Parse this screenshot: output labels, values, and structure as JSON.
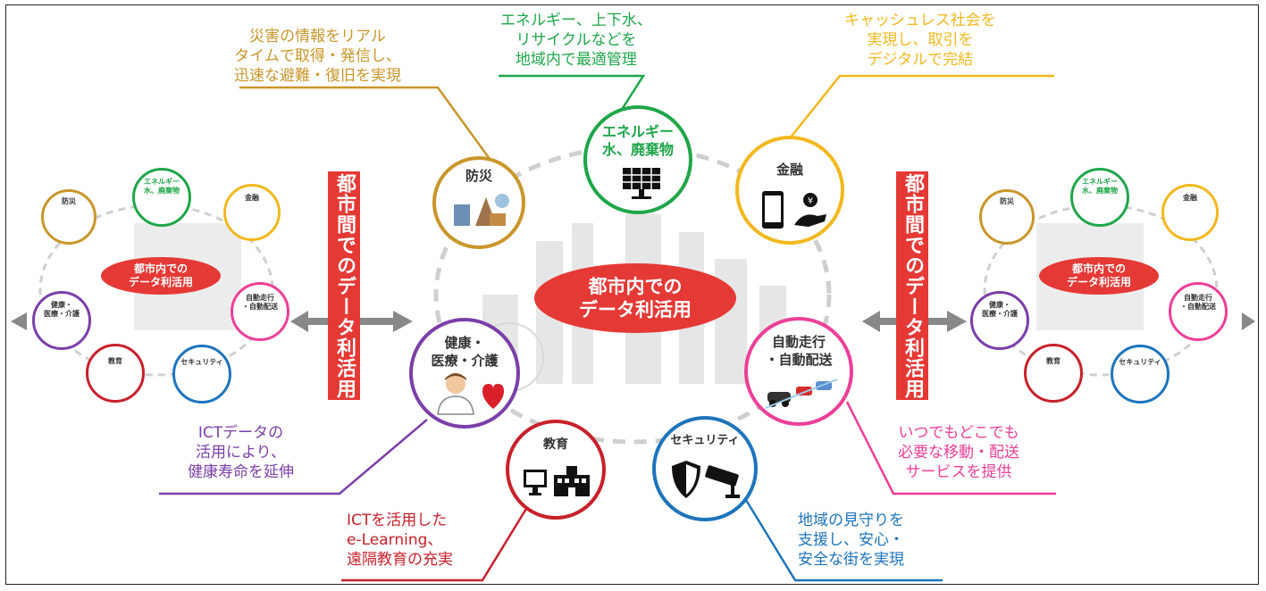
{
  "center": {
    "label": "都市内での\nデータ利活用"
  },
  "side_band": {
    "label": "都市間でのデータ利活用"
  },
  "side_panel": {
    "center_label": "都市内での\nデータ利活用",
    "items": {
      "disaster": "防災",
      "energy": "エネルギー\n水、廃棄物",
      "finance": "金融",
      "health": "健康・\n医療・介護",
      "autodrive": "自動走行\n・自動配送",
      "education": "教育",
      "security": "セキュリティ"
    }
  },
  "circles": {
    "disaster": "防災",
    "energy": "エネルギー\n水、廃棄物",
    "finance": "金融",
    "health": "健康・\n医療・介護",
    "autodrive": "自動走行\n・自動配送",
    "education": "教育",
    "security": "セキュリティ"
  },
  "annotations": {
    "disaster": "災害の情報をリアル\nタイムで取得・発信し、\n迅速な避難・復旧を実現",
    "energy": "エネルギー、上下水、\nリサイクルなどを\n地域内で最適管理",
    "finance": "キャッシュレス社会を\n実現し、取引を\nデジタルで完結",
    "health": "ICTデータの\n活用により、\n健康寿命を延伸",
    "education": "ICTを活用した\ne-Learning、\n遠隔教育の充実",
    "security": "地域の見守りを\n支援し、安心・\n安全な街を実現",
    "autodrive": "いつでもどこでも\n必要な移動・配送\nサービスを提供"
  },
  "colors": {
    "disaster": "#c9962a",
    "energy": "#1fa64a",
    "finance": "#f2b81e",
    "health": "#7b3fa8",
    "autodrive": "#ec3f98",
    "education": "#c8202a",
    "security": "#1d74bb",
    "red": "#e53935"
  },
  "icons": {
    "energy": "solar-panel-icon",
    "finance": "smartphone-icon",
    "finance_2": "hand-coin-icon",
    "education_1": "monitor-icon",
    "education_2": "school-building-icon",
    "security_1": "shield-icon",
    "security_2": "security-camera-icon",
    "health": "doctor-heart-icon",
    "autodrive": "cars-icon",
    "disaster": "disaster-scene-icon"
  }
}
